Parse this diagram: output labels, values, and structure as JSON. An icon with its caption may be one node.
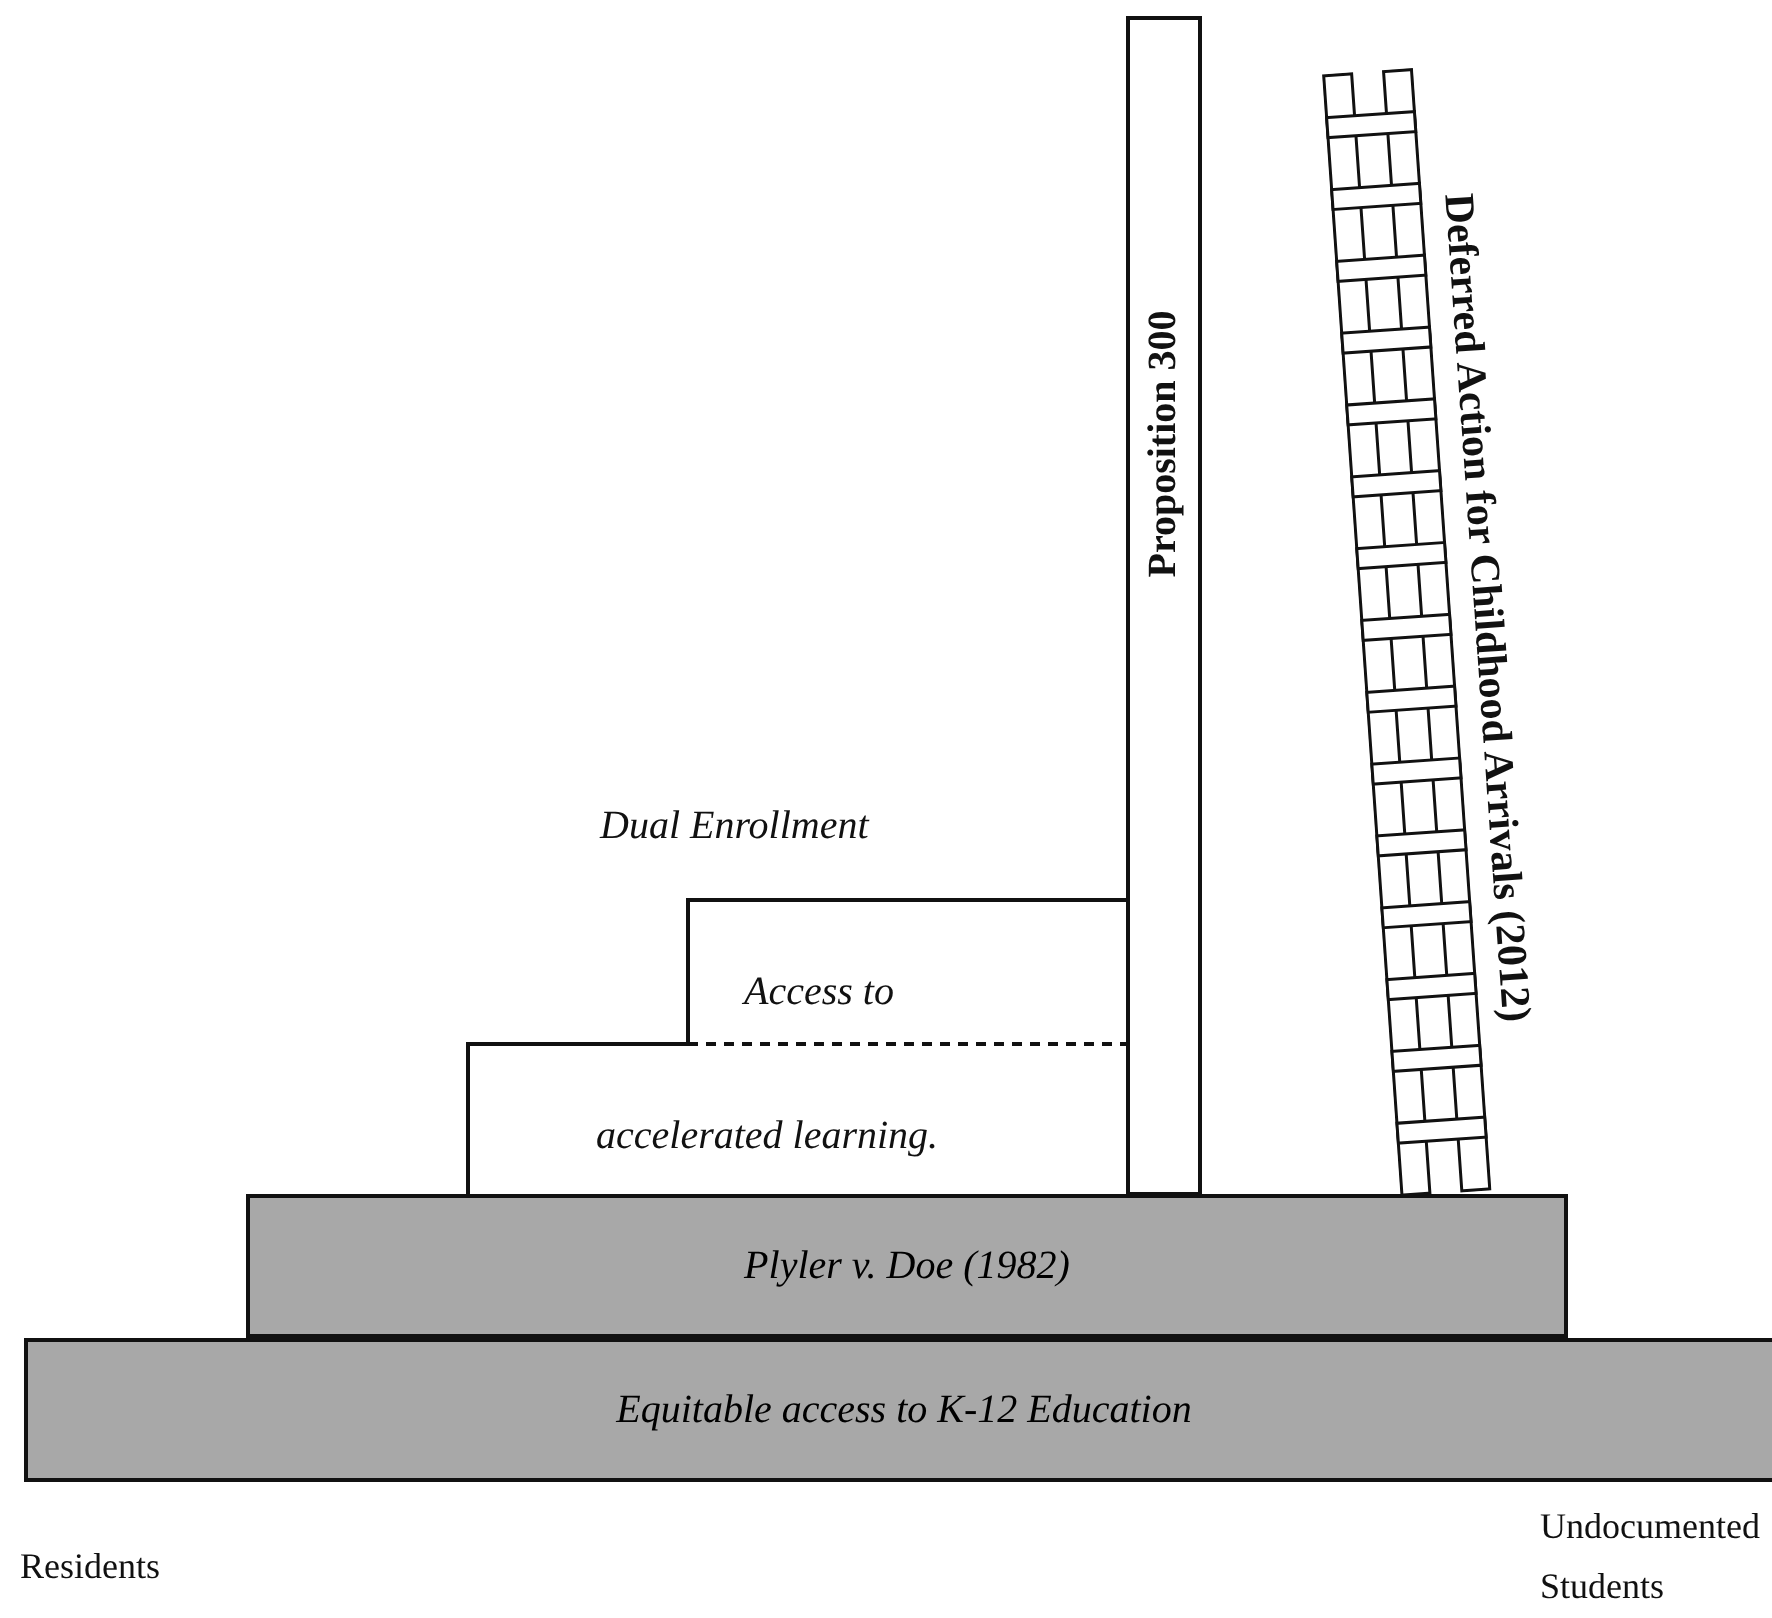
{
  "diagram": {
    "nodes": [
      {
        "text": [
          "Equitable access to K-12 Education"
        ]
      },
      {
        "text": [
          "Plyler v. Doe (1982)"
        ]
      },
      {
        "text": [
          "Dual Enrollment",
          "Access to accelerated learning."
        ]
      },
      {
        "text": [
          "Proposition 300"
        ]
      },
      {
        "text": [
          "Deferred Action for Childhood Arrivals (2012)"
        ]
      }
    ],
    "edges": [],
    "labels": [
      "Residents",
      "Undocumented Students"
    ]
  }
}
